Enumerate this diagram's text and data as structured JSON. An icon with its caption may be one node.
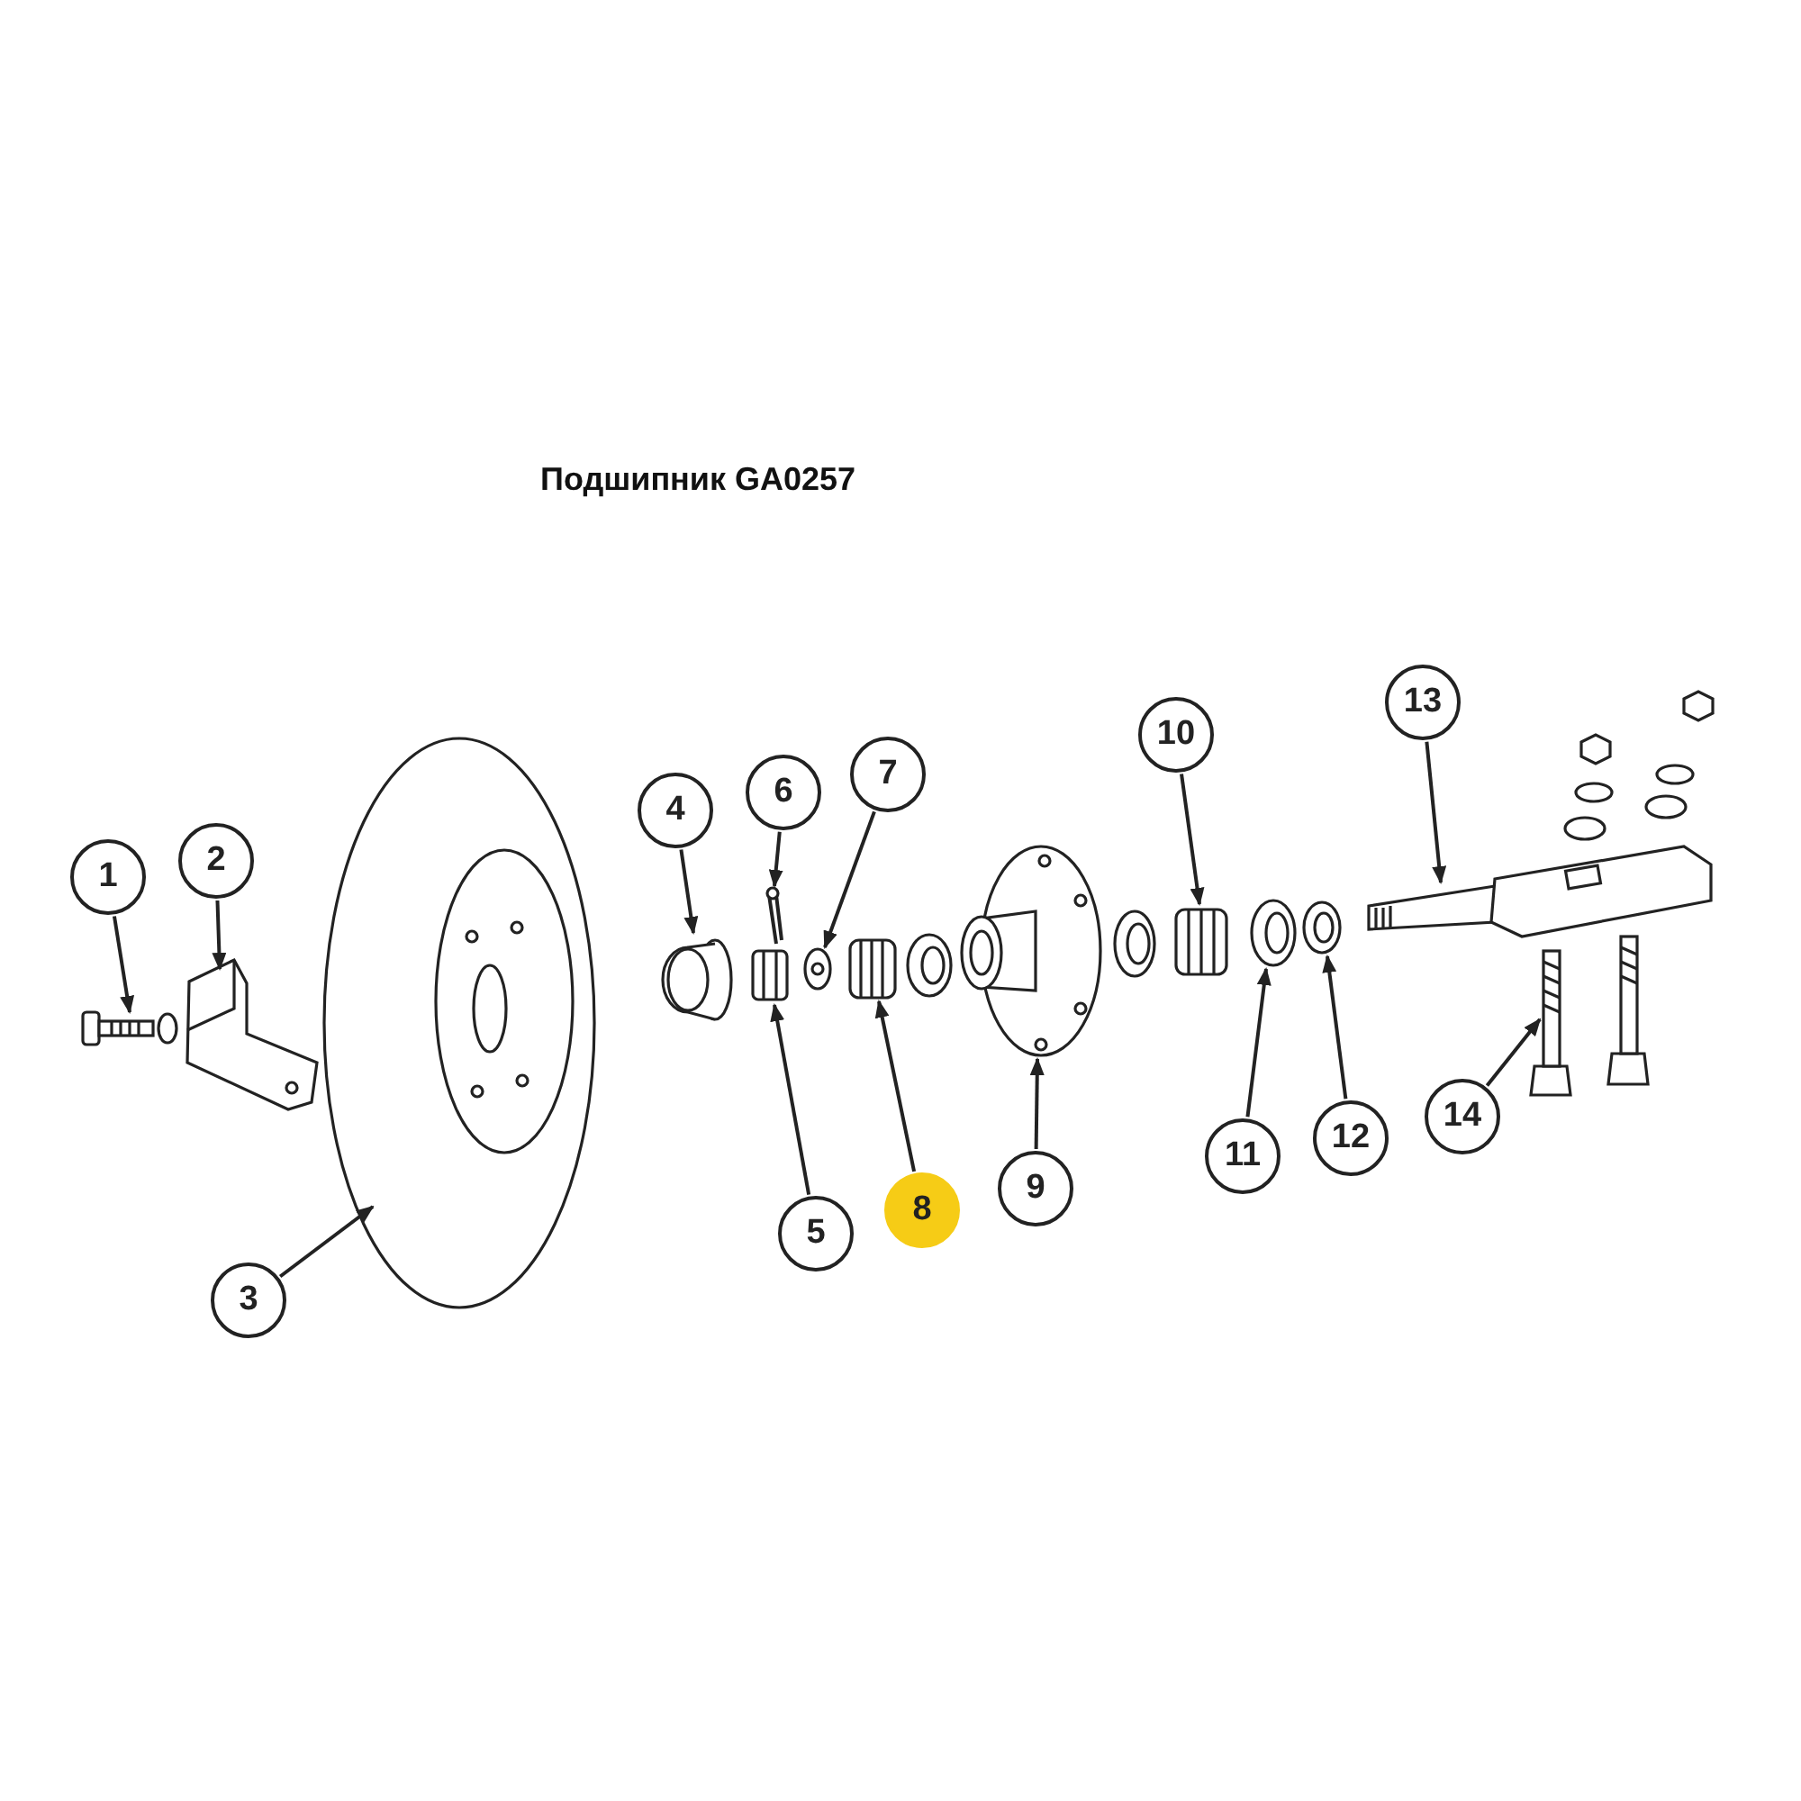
{
  "diagram": {
    "title": "Подшипник GA0257",
    "nodes": [
      {
        "text": [
          "1"
        ]
      },
      {
        "text": [
          "2"
        ]
      },
      {
        "text": [
          "3"
        ]
      },
      {
        "text": [
          "4"
        ]
      },
      {
        "text": [
          "5"
        ]
      },
      {
        "text": [
          "6"
        ]
      },
      {
        "text": [
          "7"
        ]
      },
      {
        "text": [
          "8"
        ]
      },
      {
        "text": [
          "9"
        ]
      },
      {
        "text": [
          "10"
        ]
      },
      {
        "text": [
          "11"
        ]
      },
      {
        "text": [
          "12"
        ]
      },
      {
        "text": [
          "13"
        ]
      },
      {
        "text": [
          "14"
        ]
      },
      {
        "text": [],
        "shape": "picture"
      },
      {
        "text": [],
        "shape": "picture"
      },
      {
        "text": [],
        "shape": "picture"
      },
      {
        "text": [],
        "shape": "picture"
      },
      {
        "text": [],
        "shape": "picture"
      },
      {
        "text": [],
        "shape": "picture"
      },
      {
        "text": [],
        "shape": "picture"
      },
      {
        "text": [],
        "shape": "picture"
      },
      {
        "text": [],
        "shape": "picture"
      },
      {
        "text": [],
        "shape": "picture"
      },
      {
        "text": [],
        "shape": "picture"
      },
      {
        "text": [],
        "shape": "picture"
      },
      {
        "text": [],
        "shape": "picture"
      },
      {
        "text": [],
        "shape": "picture"
      }
    ],
    "edges": [
      {
        "from": 0,
        "to": 14,
        "arrow": "to"
      },
      {
        "from": 1,
        "to": 15,
        "arrow": "to"
      },
      {
        "from": 2,
        "to": 16,
        "arrow": "to"
      },
      {
        "from": 3,
        "to": 17,
        "arrow": "to"
      },
      {
        "from": 4,
        "to": 18,
        "arrow": "to"
      },
      {
        "from": 5,
        "to": 19,
        "arrow": "to"
      },
      {
        "from": 6,
        "to": 20,
        "arrow": "to"
      },
      {
        "from": 7,
        "to": 21,
        "arrow": "to"
      },
      {
        "from": 8,
        "to": 22,
        "arrow": "to"
      },
      {
        "from": 9,
        "to": 23,
        "arrow": "to"
      },
      {
        "from": 10,
        "to": 24,
        "arrow": "to"
      },
      {
        "from": 11,
        "to": 25,
        "arrow": "to"
      },
      {
        "from": 12,
        "to": 26,
        "arrow": "to"
      },
      {
        "from": 13,
        "to": 27,
        "arrow": "to"
      }
    ]
  }
}
